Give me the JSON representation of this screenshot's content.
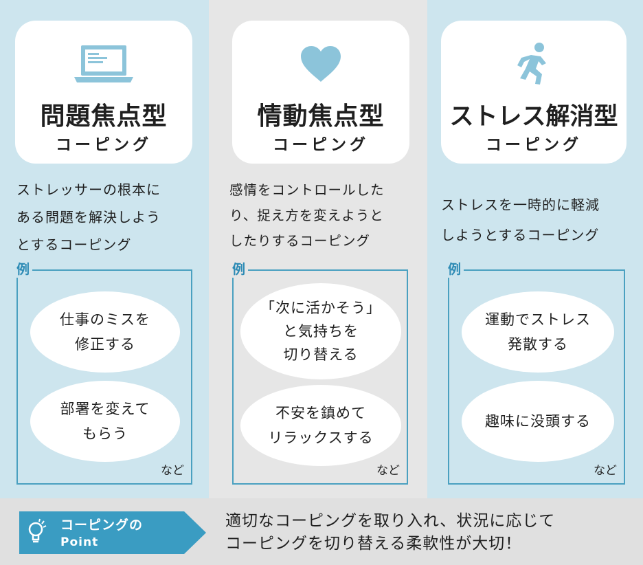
{
  "columns": [
    {
      "title": "問題焦点型",
      "subtitle": "コーピング",
      "icon": "laptop-icon",
      "desc": [
        "ストレッサーの根本に",
        "ある問題を解決しよう",
        "とするコーピング"
      ],
      "example_label": "例",
      "examples": [
        [
          "仕事のミスを",
          "修正する"
        ],
        [
          "部署を変えて",
          "もらう"
        ]
      ],
      "etc": "など"
    },
    {
      "title": "情動焦点型",
      "subtitle": "コーピング",
      "icon": "heart-icon",
      "desc": [
        "感情をコントロールした",
        "り、捉え方を変えようと",
        "したりするコーピング"
      ],
      "example_label": "例",
      "examples": [
        [
          "「次に活かそう」",
          "と気持ちを",
          "切り替える"
        ],
        [
          "不安を鎮めて",
          "リラックスする"
        ]
      ],
      "etc": "など"
    },
    {
      "title": "ストレス解消型",
      "subtitle": "コーピング",
      "icon": "running-person-icon",
      "desc": [
        "ストレスを一時的に軽減",
        "しようとするコーピング"
      ],
      "example_label": "例",
      "examples": [
        [
          "運動でストレス",
          "発散する"
        ],
        [
          "趣味に没頭する"
        ]
      ],
      "etc": "など"
    }
  ],
  "point": {
    "label_line1": "コーピングの",
    "label_line2": "Point",
    "icon": "lightbulb-icon",
    "message_line1": "適切なコーピングを取り入れ、状況に応じて",
    "message_line2": "コーピングを切り替える柔軟性が大切！"
  },
  "colors": {
    "accent_blue": "#4aa0c0",
    "icon_blue": "#8cc4da",
    "column_bg_blue": "#cde5ee",
    "column_bg_gray": "#e6e6e6",
    "badge_blue": "#3a9cc2"
  }
}
